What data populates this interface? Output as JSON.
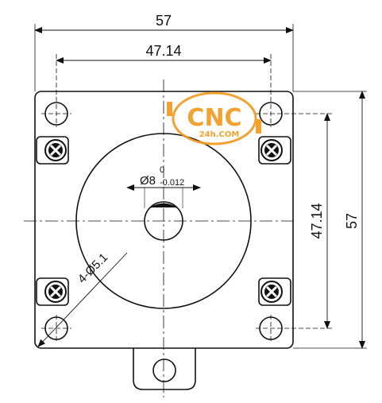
{
  "drawing": {
    "dimensions": {
      "overall_width": "57",
      "hole_spacing_horizontal": "47.14",
      "hole_spacing_vertical": "47.14",
      "overall_height": "57",
      "shaft_diameter": "Ø8",
      "shaft_tolerance_upper": "0",
      "shaft_tolerance_lower": "-0.012",
      "mounting_holes": "4-Ø5.1"
    },
    "watermark": {
      "text": "CNC",
      "subtext": "24h.COM",
      "color": "#f39a1e"
    },
    "colors": {
      "line": "#111111",
      "background": "#ffffff"
    }
  }
}
